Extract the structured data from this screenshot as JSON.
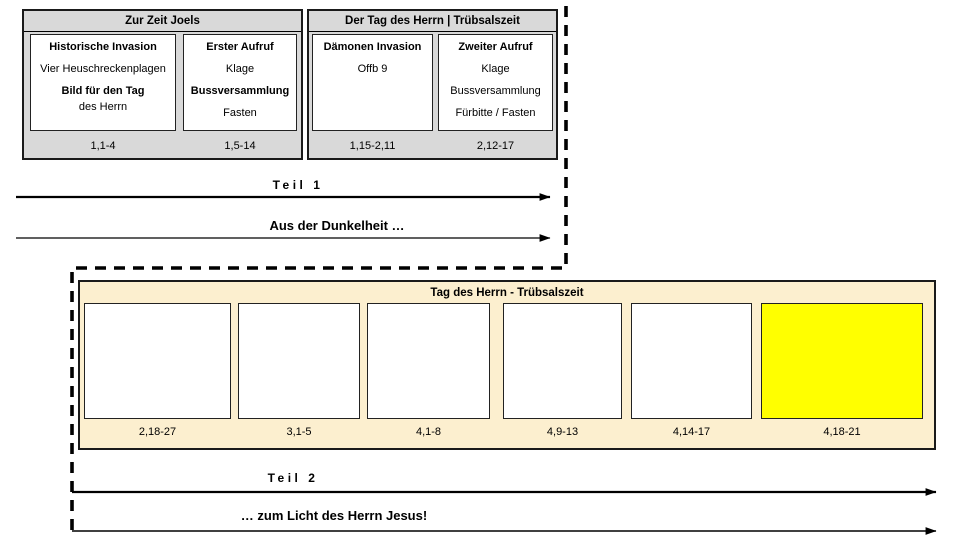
{
  "colors": {
    "group_bg": "#d9d9d9",
    "panel_bg": "#fcefcf",
    "highlight": "#ffff00",
    "border": "#1a1a1a",
    "arrow": "#000000"
  },
  "part1": {
    "groups": [
      {
        "title": "Zur Zeit Joels",
        "columns": [
          {
            "lines": [
              "Historische Invasion",
              "Vier Heuschreckenplagen",
              "Bild für den Tag",
              "des Herrn"
            ],
            "ref": "1,1-4"
          },
          {
            "lines": [
              "Erster Aufruf",
              "Klage",
              "Bussversammlung",
              "Fasten"
            ],
            "ref": "1,5-14"
          }
        ]
      },
      {
        "title": "Der Tag des Herrn | Trübsalszeit",
        "columns": [
          {
            "lines": [
              "Dämonen Invasion",
              "Offb 9"
            ],
            "ref": "1,15-2,11"
          },
          {
            "lines": [
              "Zweiter Aufruf",
              "Klage",
              "Bussversammlung",
              "Fürbitte / Fasten"
            ],
            "ref": "2,12-17"
          }
        ]
      }
    ],
    "teil_label": "Teil 1",
    "caption": "Aus der Dunkelheit …"
  },
  "part2": {
    "title": "Tag des Herrn - Trübsalszeit",
    "refs": [
      "2,18-27",
      "3,1-5",
      "4,1-8",
      "4,9-13",
      "4,14-17",
      "4,18-21"
    ],
    "highlighted_ref": "4,18-21",
    "teil_label": "Teil 2",
    "caption": "… zum Licht des Herrn Jesus!"
  }
}
